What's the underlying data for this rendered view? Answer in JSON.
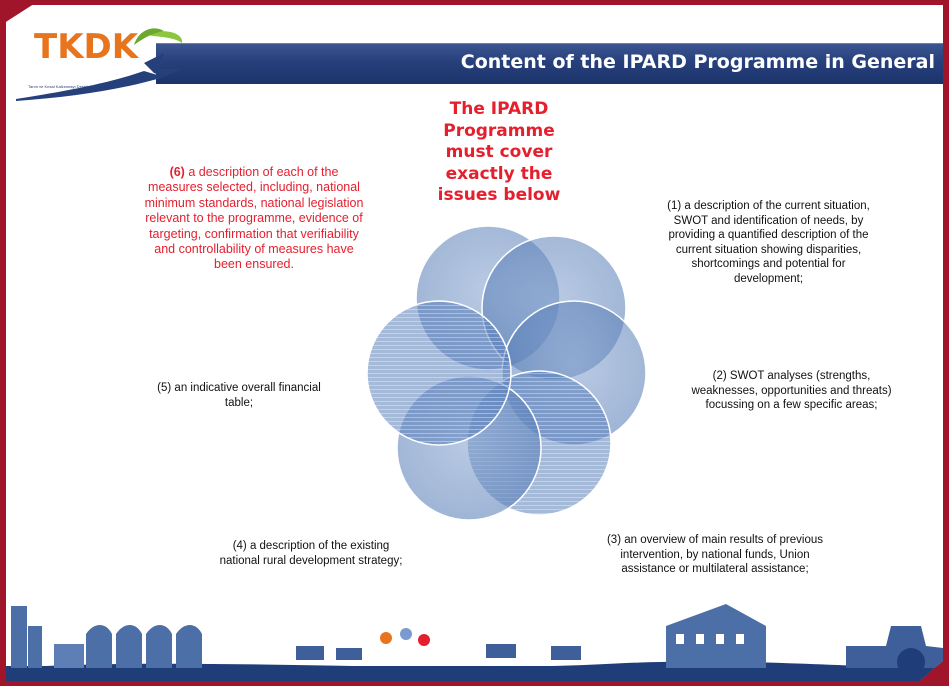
{
  "header": {
    "title": "Content of the IPARD Programme in General",
    "logo_text": "TKDK",
    "logo_subtitle": "Tarım ve Kırsal Kalkınmayı Destekleme Kurumu"
  },
  "main_title": "The IPARD Programme must cover exactly the issues below",
  "items": [
    {
      "num": "(1)",
      "text": "(1) a description of the current situation, SWOT and identification of needs, by providing a quantified description of the current situation showing disparities, shortcomings and potential for development;"
    },
    {
      "num": "(2)",
      "text": "(2) SWOT analyses (strengths, weaknesses, opportunities and threats) focussing on a few specific areas;"
    },
    {
      "num": "(3)",
      "text": "(3) an overview of main results of previous intervention, by national funds, Union assistance or multilateral assistance;"
    },
    {
      "num": "(4)",
      "text": "(4) a description of the existing national rural development strategy;"
    },
    {
      "num": "(5)",
      "text": "(5) an indicative overall financial table;"
    },
    {
      "num": "(6)",
      "text": "a description of each of the measures selected, including, national minimum standards, national legislation relevant to the programme, evidence of targeting, confirmation that verifiability and controllability of measures have been ensured."
    }
  ],
  "colors": {
    "frame": "#a0152a",
    "header_bar": "#26407c",
    "accent_red": "#e5202e",
    "logo_orange": "#e8751e",
    "circle_blue": "#5f85bd",
    "footer_blue": "#1f3d78"
  },
  "icons": [
    "leaf-icon",
    "circle-flower-diagram",
    "rural-silhouette-footer"
  ]
}
